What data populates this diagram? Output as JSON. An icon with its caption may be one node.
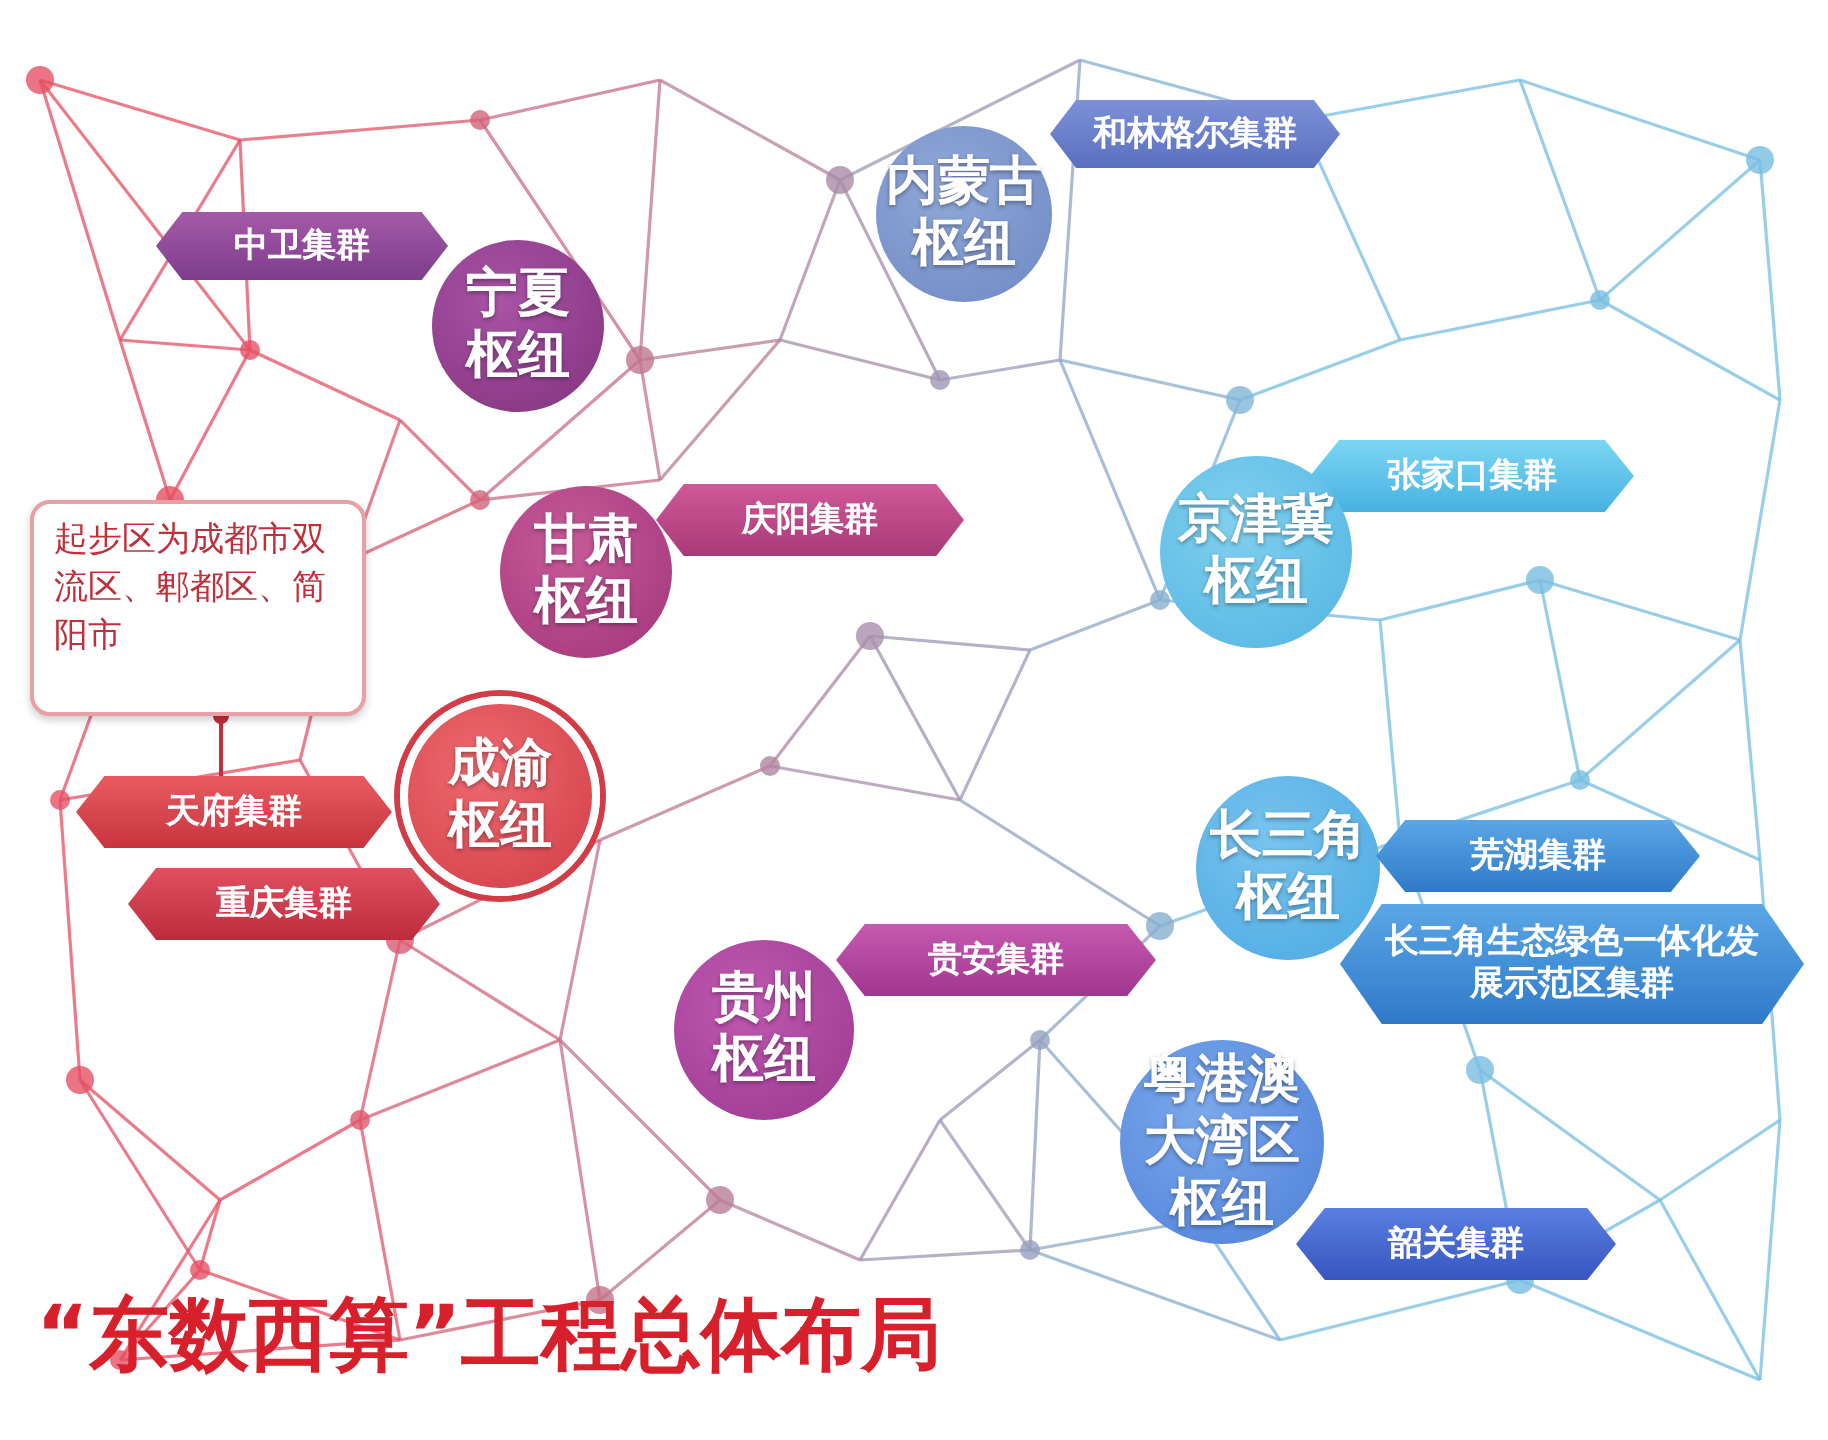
{
  "diagram": {
    "title": "“东数西算”工程总体布局",
    "nodes": [
      {
        "text": [
          "和林格尔集群"
        ]
      },
      {
        "text": [
          "内蒙古枢纽"
        ]
      },
      {
        "text": [
          "中卫集群"
        ]
      },
      {
        "text": [
          "宁夏枢纽"
        ]
      },
      {
        "text": [
          "张家口集群"
        ]
      },
      {
        "text": [
          "庆阳集群"
        ]
      },
      {
        "text": [
          "甘肃枢纽"
        ]
      },
      {
        "text": [
          "京津冀枢纽"
        ]
      },
      {
        "text": [
          "起步区为成都市双流区、郫都区、简阳市"
        ]
      },
      {
        "text": [
          "天府集群"
        ]
      },
      {
        "text": [
          "成渝枢纽"
        ]
      },
      {
        "text": [
          "长三角枢纽"
        ]
      },
      {
        "text": [
          "芜湖集群"
        ]
      },
      {
        "text": [
          "重庆集群"
        ]
      },
      {
        "text": [
          "长三角生态绿色一体化发展示范区集群"
        ]
      },
      {
        "text": [
          "贵安集群"
        ]
      },
      {
        "text": [
          "贵州枢纽"
        ]
      },
      {
        "text": [
          "粤港澳大湾区枢纽"
        ]
      },
      {
        "text": [
          "韶关集群"
        ]
      }
    ],
    "edges": [
      {
        "from": 8,
        "to": 9,
        "arrow": "other"
      }
    ]
  }
}
